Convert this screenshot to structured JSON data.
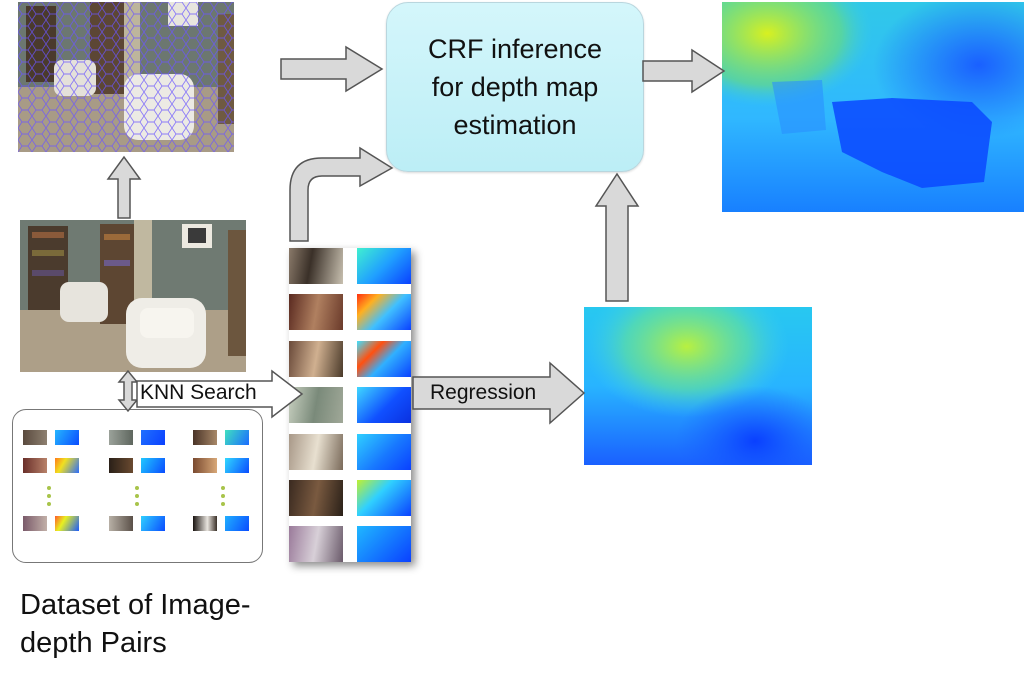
{
  "crf_box": {
    "label": "CRF inference\nfor depth map\nestimation"
  },
  "arrows": {
    "knn_label": "KNN Search",
    "regression_label": "Regression"
  },
  "dataset": {
    "caption": "Dataset of Image-\ndepth Pairs"
  },
  "colors": {
    "crf_fill": "#c6f1f8",
    "arrow_fill": "#d9d9d9",
    "arrow_stroke": "#555555",
    "depth_near": "#0a4cff",
    "depth_far": "#c8f020",
    "dataset_dots": "#a8c44a"
  }
}
